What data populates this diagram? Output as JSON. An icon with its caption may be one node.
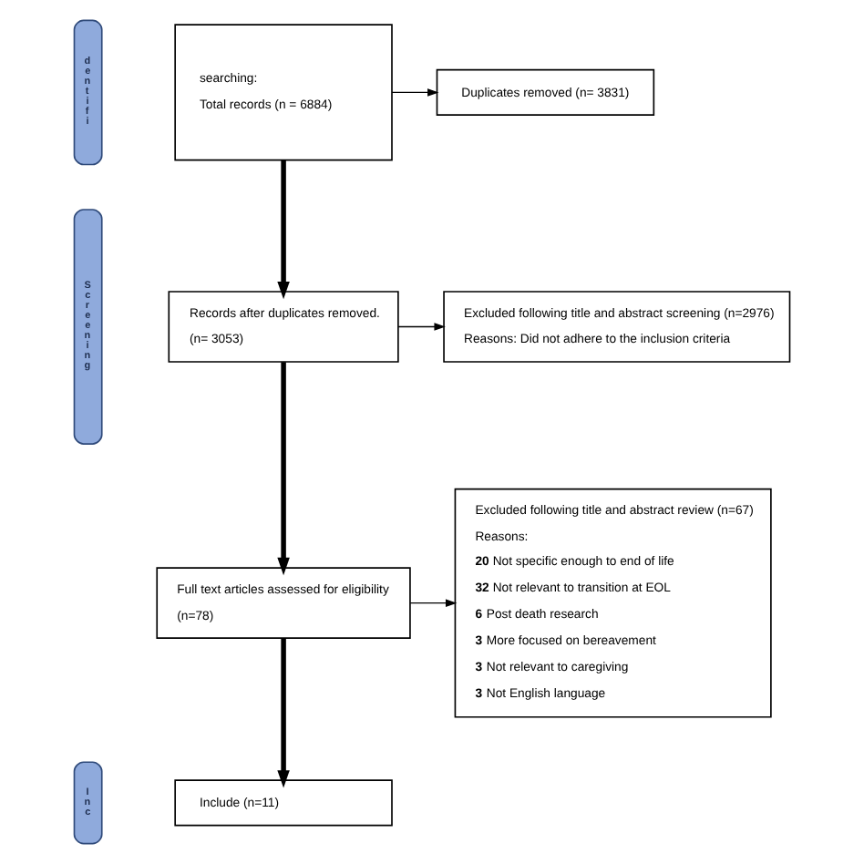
{
  "diagram": {
    "nodes": [
      {
        "text": [
          "dentifi"
        ]
      },
      {
        "text": [
          "searching:",
          "Total records (n = 6884)"
        ]
      },
      {
        "text": [
          "Duplicates removed (n= 3831)"
        ]
      },
      {
        "text": [
          "Screening"
        ]
      },
      {
        "text": [
          "Records after duplicates removed.",
          "(n= 3053)"
        ]
      },
      {
        "text": [
          "Excluded following title and abstract screening (n=2976)",
          "Reasons: Did not adhere to the inclusion criteria"
        ]
      },
      {
        "text": [
          "Full text articles assessed for eligibility",
          "(n=78)"
        ]
      },
      {
        "text": [
          "Excluded following title and abstract review (n=67)",
          "Reasons:",
          "**20** Not specific enough to end of life",
          "**32** Not relevant to transition at EOL",
          "**6** Post death research",
          "**3** More focused on bereavement",
          "**3** Not relevant to caregiving",
          "**3** Not English language"
        ]
      },
      {
        "text": [
          "Inc"
        ]
      },
      {
        "text": [
          "Include (n=11)"
        ]
      }
    ],
    "edges": [
      {
        "from": 1,
        "to": 2,
        "arrow": "to"
      },
      {
        "from": 1,
        "to": 4,
        "arrow": "to",
        "style": "thick"
      },
      {
        "from": 4,
        "to": 5,
        "arrow": "to"
      },
      {
        "from": 4,
        "to": 6,
        "arrow": "to",
        "style": "thick"
      },
      {
        "from": 6,
        "to": 7,
        "arrow": "to"
      },
      {
        "from": 6,
        "to": 9,
        "arrow": "to",
        "style": "thick"
      }
    ]
  }
}
